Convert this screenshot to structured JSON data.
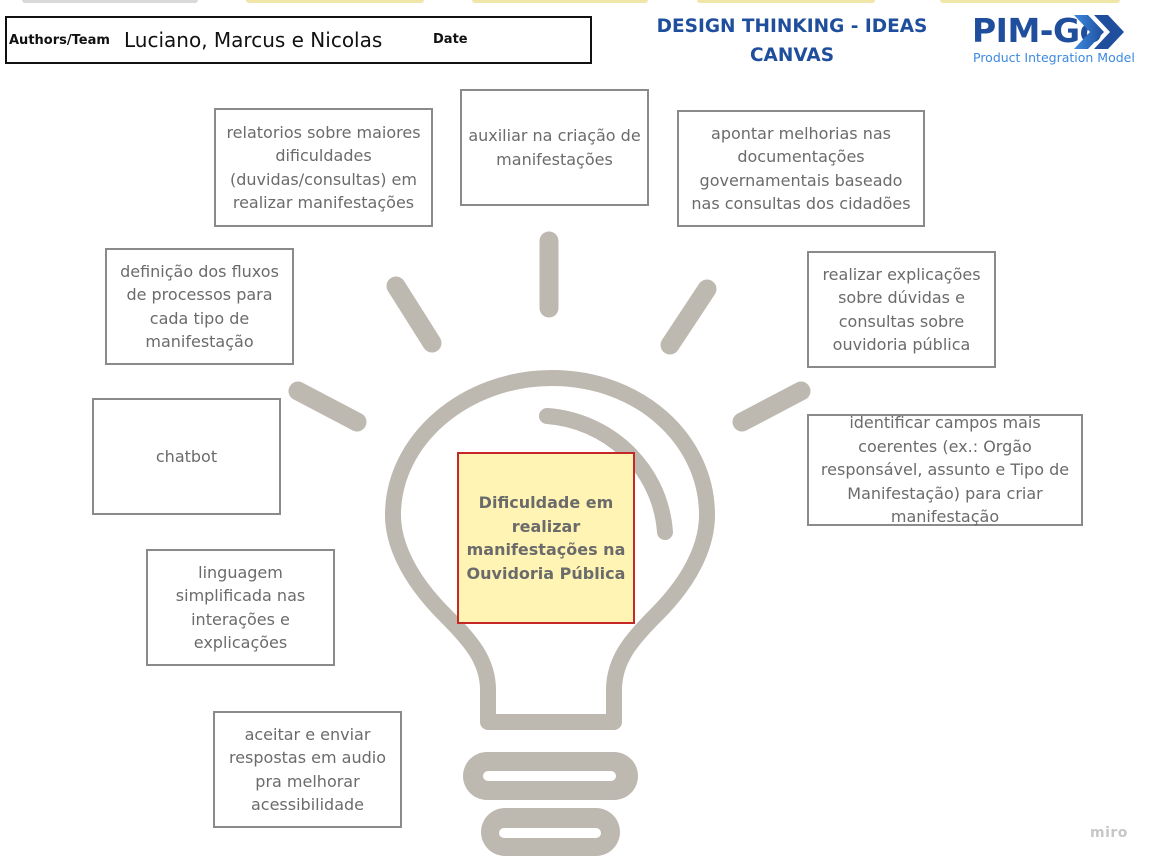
{
  "header": {
    "authors_label": "Authors/Team",
    "authors_value": "Luciano, Marcus e Nicolas",
    "date_label": "Date"
  },
  "title": "DESIGN THINKING - IDEAS CANVAS",
  "logo": {
    "name": "PIM-Go",
    "subtitle": "Product Integration Model",
    "icon": "double-chevron-right-icon"
  },
  "central_problem": "Dificuldade em realizar manifestações na Ouvidoria Pública",
  "ideas": [
    "relatorios sobre maiores dificuldades (duvidas/consultas) em realizar manifestações",
    "auxiliar na criação de manifestações",
    "apontar melhorias nas documentações governamentais baseado nas consultas dos cidadões",
    "definição dos fluxos de processos para cada tipo de manifestação",
    "realizar explicações sobre dúvidas e consultas sobre ouvidoria pública",
    "chatbot",
    "identificar campos mais coerentes (ex.: Orgão responsável, assunto e Tipo de Manifestação) para criar manifestação",
    "linguagem simplificada nas interações e explicações",
    "aceitar e enviar respostas em audio pra melhorar acessibilidade"
  ],
  "watermark": "miro",
  "colors": {
    "title": "#1f4e9c",
    "center_fill": "#fff4b3",
    "center_border": "#c62828",
    "bulb": "#bdb8b0",
    "idea_border": "#8a8a8a"
  }
}
